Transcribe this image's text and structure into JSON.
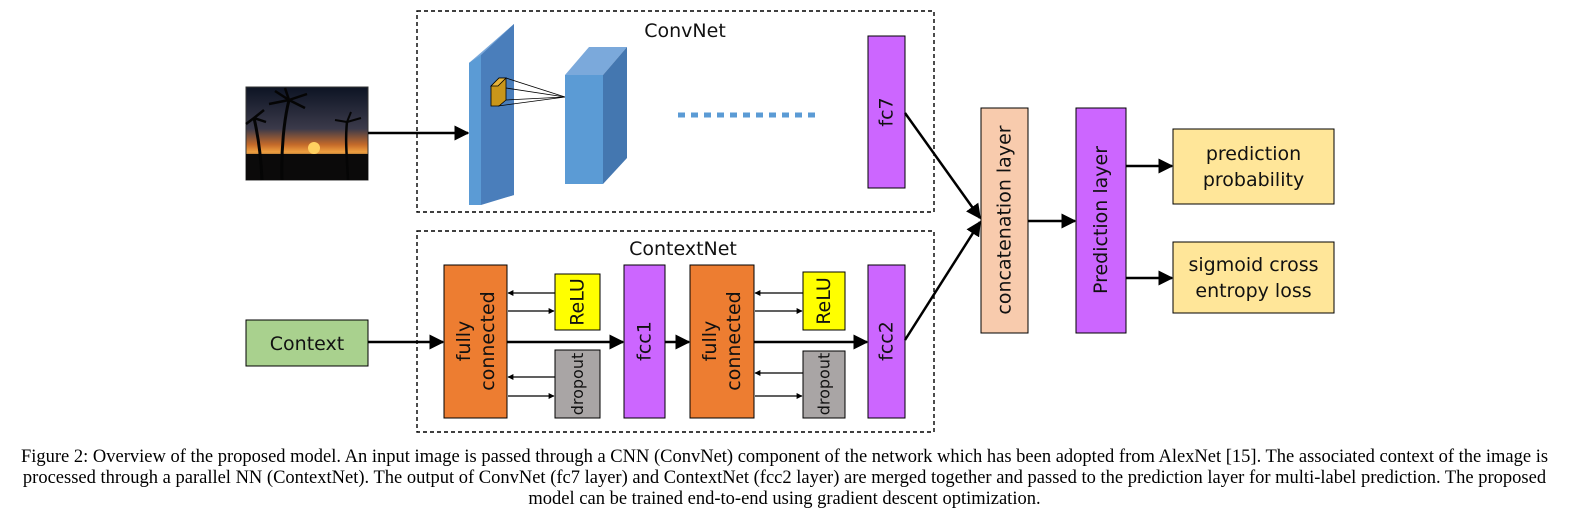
{
  "diagram": {
    "convnet_title": "ConvNet",
    "contextnet_title": "ContextNet",
    "fc7_label": "fc7",
    "context_label": "Context",
    "fully_connected_line1": "fully",
    "fully_connected_line2": "connected",
    "relu_label": "ReLU",
    "dropout_label": "dropout",
    "fcc1_label": "fcc1",
    "fcc2_label": "fcc2",
    "concat_label": "concatenation layer",
    "prediction_layer_label": "Prediction layer",
    "output1_line1": "prediction",
    "output1_line2": "probability",
    "output2_line1": "sigmoid cross",
    "output2_line2": "entropy loss"
  },
  "colors": {
    "fc_orange": "#ED7D31",
    "purple": "#CC66FF",
    "relu_yellow": "#FFFF00",
    "dropout_gray": "#A9A5A5",
    "context_green": "#A9D18E",
    "concat_peach": "#F8CBAD",
    "output_yellow": "#FFE699",
    "conv_blue": "#5B9BD5"
  },
  "caption": "Figure 2: Overview of the proposed model. An input image is passed through a CNN (ConvNet) component of the network which has been adopted from AlexNet [15]. The associated context of the image is processed through a parallel NN (ContextNet). The output of ConvNet (fc7 layer) and ContextNet (fcc2 layer) are merged together and passed to the prediction layer for multi-label prediction. The proposed model can be trained end-to-end using gradient descent optimization."
}
